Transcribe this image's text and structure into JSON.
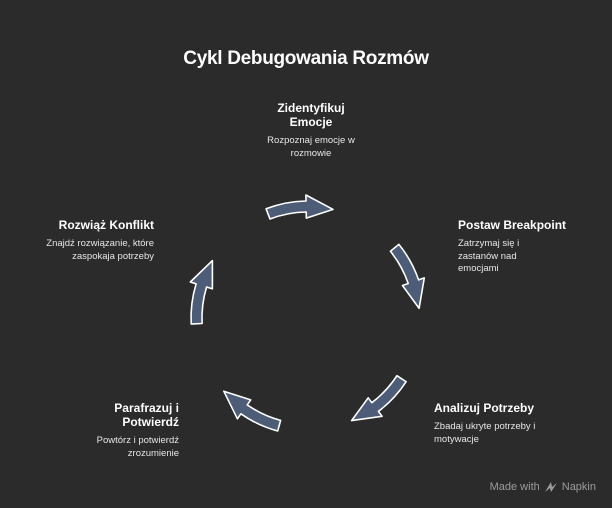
{
  "title": "Cykl Debugowania Rozmów",
  "steps": [
    {
      "title": "Zidentyfikuj Emocje",
      "desc": "Rozpoznaj emocje w rozmowie"
    },
    {
      "title": "Postaw Breakpoint",
      "desc": "Zatrzymaj się i zastanów nad emocjami"
    },
    {
      "title": "Analizuj Potrzeby",
      "desc": "Zbadaj ukryte potrzeby i motywacje"
    },
    {
      "title": "Parafrazuj i Potwierdź",
      "desc": "Powtórz i potwierdź zrozumienie"
    },
    {
      "title": "Rozwiąż Konflikt",
      "desc": "Znajdź rozwiązanie, które zaspokaja potrzeby"
    }
  ],
  "colors": {
    "background": "#2b2b2b",
    "arrow_fill": "#4d5c77",
    "arrow_stroke": "#ffffff"
  },
  "watermark": {
    "prefix": "Made with",
    "brand": "Napkin",
    "icon": "napkin-logo-icon"
  }
}
